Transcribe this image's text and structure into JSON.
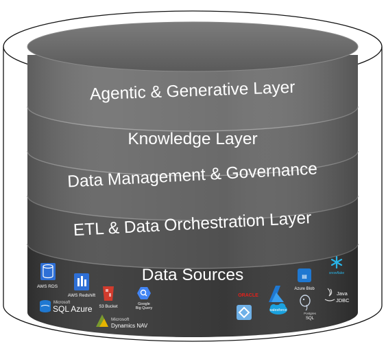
{
  "layers": [
    {
      "label": "Agentic & Generative Layer"
    },
    {
      "label": "Knowledge Layer"
    },
    {
      "label": "Data Management & Governance"
    },
    {
      "label": "ETL & Data Orchestration Layer"
    },
    {
      "label": "Data Sources"
    }
  ],
  "sources": {
    "aws_rds": "AWS RDS",
    "aws_redshift": "AWS Redshift",
    "ms_sql_azure_top": "Microsoft",
    "ms_sql_azure_main": "SQL Azure",
    "s3_bucket": "S3 Bucket",
    "google_bigquery_1": "Google",
    "google_bigquery_2": "Big Query",
    "ms_dynamics_top": "Microsoft",
    "ms_dynamics_main": "Dynamics NAV",
    "oracle": "ORACLE",
    "salesforce": "salesforce",
    "azure_blob": "Azure Blob",
    "snowflake": "snowflake",
    "java": "Java",
    "jdbc": "JDBC",
    "postgres_1": "Postgres",
    "postgres_2": "SQL"
  },
  "colors": {
    "cylinder_top": "#5e5e5e",
    "layer_1": "#727272",
    "layer_2": "#6b6b6b",
    "layer_3": "#636363",
    "layer_4": "#555555",
    "layer_5": "#383838",
    "aws_blue": "#2e6fd6",
    "azure_blue": "#1f78d1",
    "google_blue": "#4285f4",
    "s3_red": "#d13b2d",
    "oracle_red": "#e4201b",
    "salesforce_blue": "#1aa1de",
    "snowflake_cyan": "#29b5e8",
    "dynamics_green": "#7a9a2e"
  },
  "icons": [
    "database-icon",
    "redshift-icon",
    "sql-azure-icon",
    "s3-bucket-icon",
    "bigquery-icon",
    "dynamics-nav-icon",
    "azure-icon",
    "blob-icon",
    "snowflake-icon",
    "java-icon",
    "postgres-icon",
    "synapse-icon",
    "salesforce-icon",
    "oracle-logo"
  ]
}
